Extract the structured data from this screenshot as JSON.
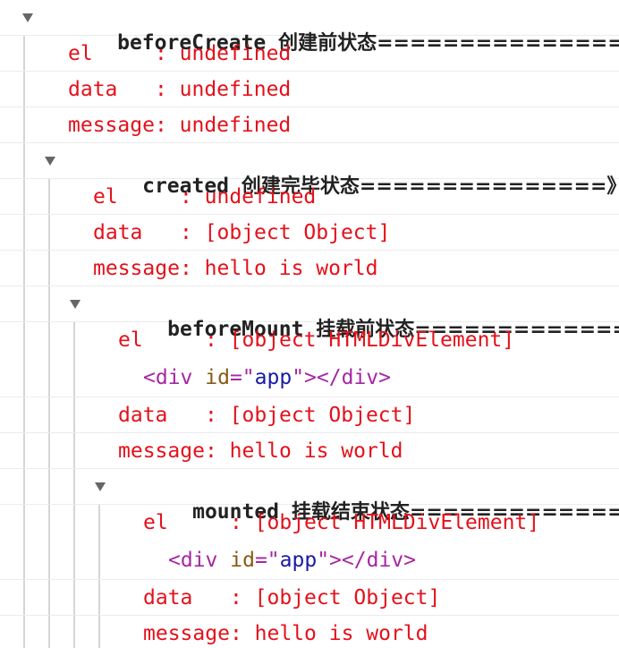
{
  "groups": [
    {
      "name": "beforeCreate",
      "label": "创建前状态===============》",
      "expanded": true,
      "lines": [
        {
          "key": "el     ",
          "sep": ": ",
          "value": "undefined"
        },
        {
          "key": "data   ",
          "sep": ": ",
          "value": "undefined"
        },
        {
          "key": "message",
          "sep": ": ",
          "value": "undefined"
        }
      ]
    },
    {
      "name": "created",
      "label": "创建完毕状态===============》",
      "expanded": true,
      "lines": [
        {
          "key": "el     ",
          "sep": ": ",
          "value": "undefined"
        },
        {
          "key": "data   ",
          "sep": ": ",
          "value": "[object Object]"
        },
        {
          "key": "message",
          "sep": ": ",
          "value": "hello is world"
        }
      ]
    },
    {
      "name": "beforeMount",
      "label": "挂载前状态===============》",
      "expanded": true,
      "lines": [
        {
          "key": "el     ",
          "sep": ": ",
          "value": "[object HTMLDivElement]"
        },
        {
          "key": "data   ",
          "sep": ": ",
          "value": "[object Object]"
        },
        {
          "key": "message",
          "sep": ": ",
          "value": "hello is world"
        }
      ],
      "element": {
        "open_tag": "<div",
        "attr_name": "id",
        "equals": "=\"",
        "attr_value": "app",
        "close_quote": "\">",
        "close_tag": "</div>"
      }
    },
    {
      "name": "mounted",
      "label": "挂载结束状态===============》",
      "expanded": true,
      "lines": [
        {
          "key": "el     ",
          "sep": ": ",
          "value": "[object HTMLDivElement]"
        },
        {
          "key": "data   ",
          "sep": ": ",
          "value": "[object Object]"
        },
        {
          "key": "message",
          "sep": ": ",
          "value": "hello is world"
        }
      ],
      "element": {
        "open_tag": "<div",
        "attr_name": "id",
        "equals": "=\"",
        "attr_value": "app",
        "close_quote": "\">",
        "close_tag": "</div>"
      }
    }
  ],
  "colors": {
    "log_text": "#e4111b",
    "group_text": "#222222",
    "tag": "#a626a4",
    "attr_name": "#8a5a13",
    "attr_value": "#1a1aa6",
    "guide_line": "#d5d5d5"
  }
}
